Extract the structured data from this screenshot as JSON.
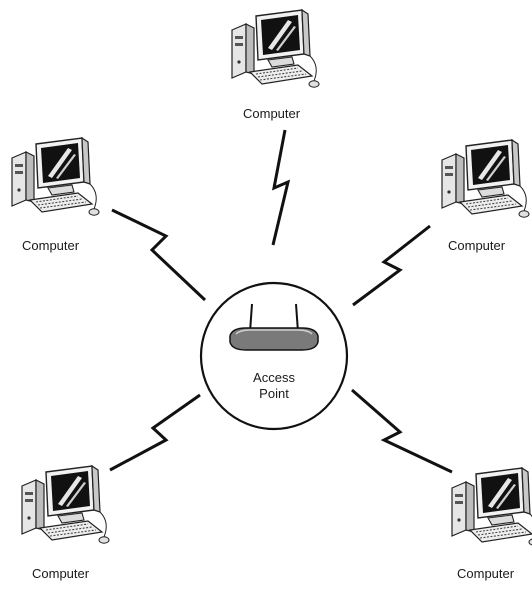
{
  "diagram": {
    "hub": {
      "line1": "Access",
      "line2": "Point",
      "icon": "wireless-router-icon"
    },
    "nodes": [
      {
        "label": "Computer",
        "icon": "desktop-computer-icon"
      },
      {
        "label": "Computer",
        "icon": "desktop-computer-icon"
      },
      {
        "label": "Computer",
        "icon": "desktop-computer-icon"
      },
      {
        "label": "Computer",
        "icon": "desktop-computer-icon"
      },
      {
        "label": "Computer",
        "icon": "desktop-computer-icon"
      }
    ],
    "link_style": "lightning-bolt"
  }
}
